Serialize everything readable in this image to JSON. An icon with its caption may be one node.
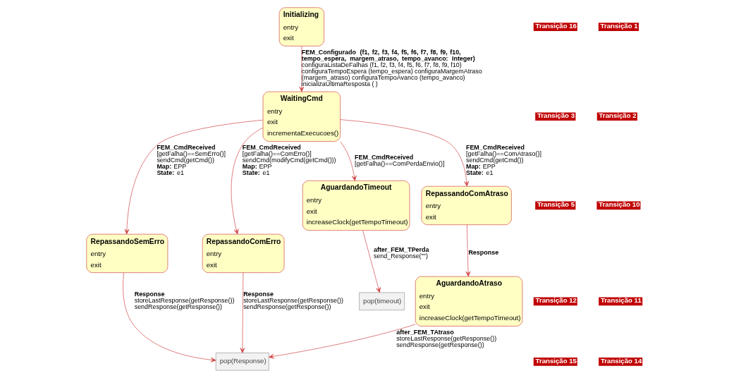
{
  "diagram": {
    "nodes": [
      {
        "text": [
          "Initializing",
          "entry",
          "exit"
        ]
      },
      {
        "text": [
          "WaitingCmd",
          "entry",
          "exit",
          "incrementaExecucoes()"
        ]
      },
      {
        "text": [
          "RepassandoSemErro",
          "entry",
          "exit"
        ]
      },
      {
        "text": [
          "RepassandoComErro",
          "entry",
          "exit"
        ]
      },
      {
        "text": [
          "AguardandoTimeout",
          "entry",
          "exit",
          "increaseClock(getTempoTimeout)"
        ]
      },
      {
        "text": [
          "RepassandoComAtraso",
          "entry",
          "exit"
        ]
      },
      {
        "text": [
          "AguardandoAtraso",
          "entry",
          "exit",
          "increaseClock(getTempoTimeout)"
        ]
      },
      {
        "text": [
          "pop(Response)"
        ]
      },
      {
        "text": [
          "pop(timeout)"
        ]
      }
    ],
    "edges": [
      {
        "from": 0,
        "to": 1,
        "arrow": "to",
        "label": "**FEM_Configurado (f1, f2, f3, f4, f5, f6, f7, f8, f9, f10, tempo_espera, margem_atraso, tempo_avanco: Integer)** configuraListaDeFalhas (f1, f2, f3, f4, f5, f6, f7, f8, f9, f10) configuraTempoEspera (tempo_espera) configuraMargemAtraso (margem_atraso) configuraTempoAvanco (tempo_avanco) inicializaUltimaResposta ( )"
      },
      {
        "from": 1,
        "to": 2,
        "arrow": "to",
        "label": "**FEM_CmdReceived** [getFalha()==SemErro()] sendCmd(getCmd()) **Map:** EPP **State:** e1"
      },
      {
        "from": 1,
        "to": 3,
        "arrow": "to",
        "label": "**FEM_CmdReceived** [getFalha()==ComErro()] sendCmd(modifyCmd(getCmd())) **Map:** EPP **State:** e1"
      },
      {
        "from": 1,
        "to": 5,
        "arrow": "to",
        "label": "**FEM_CmdReceived** [getFalha()==ComAtraso()] sendCmd(getCmd()) **Map:** EPP **State:** e1"
      },
      {
        "from": 1,
        "to": 4,
        "arrow": "to",
        "label": "**FEM_CmdReceived** [getFalha()==ComPerdaEnvio()]"
      },
      {
        "from": 2,
        "to": 7,
        "arrow": "to",
        "label": "**Response** storeLastResponse(getResponse()) sendResponse(getResponse())"
      },
      {
        "from": 3,
        "to": 7,
        "arrow": "to",
        "label": "**Response** storeLastResponse(getResponse()) sendResponse(getResponse())"
      },
      {
        "from": 4,
        "to": 8,
        "arrow": "to",
        "label": "**after_FEM_TPerda** send_Response(\"\")"
      },
      {
        "from": 5,
        "to": 6,
        "arrow": "to",
        "label": "**Response**"
      },
      {
        "from": 6,
        "to": 7,
        "arrow": "to",
        "label": "**after_FEM_TAtraso** storeLastResponse(getResponse()) sendResponse(getResponse())"
      }
    ],
    "labels": [
      "Transição 16",
      "Transição 1",
      "Transição 3",
      "Transição 2",
      "Transição 5",
      "Transição 10",
      "Transição 12",
      "Transição 11",
      "Transição 15",
      "Transição 14"
    ]
  }
}
